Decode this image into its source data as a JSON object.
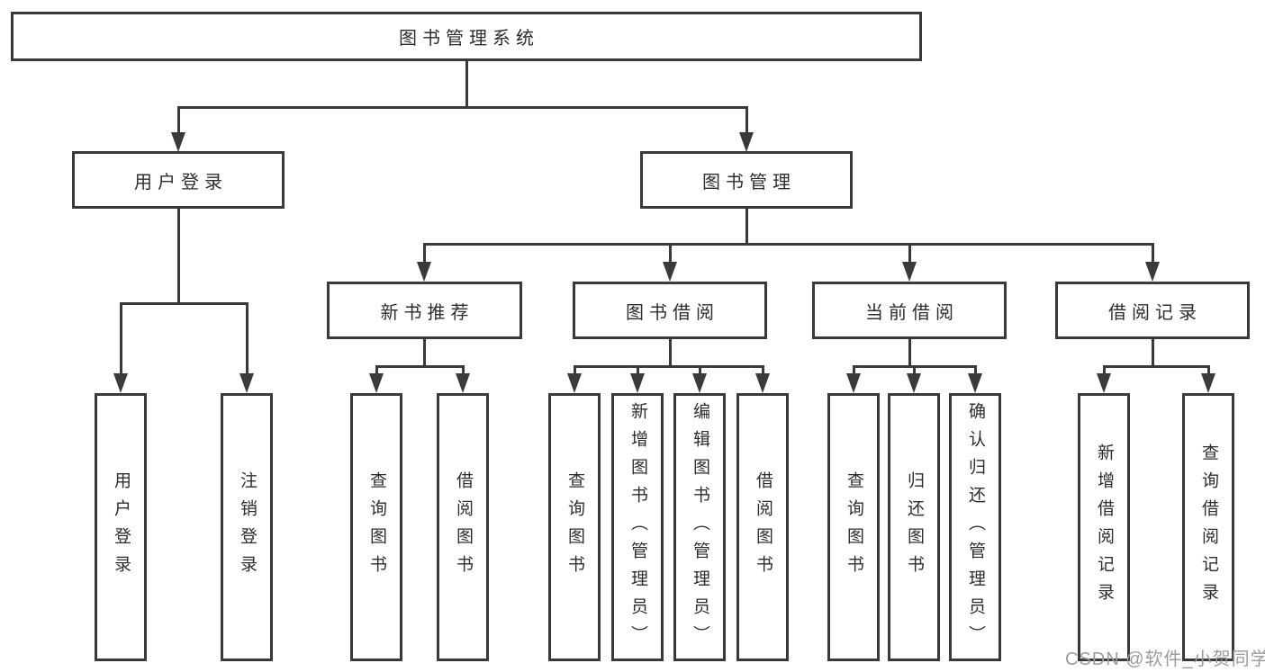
{
  "diagram_title": "图书管理系统",
  "tree": {
    "label": "图书管理系统",
    "children": [
      {
        "label": "用户登录",
        "children": [
          {
            "label": "用户登录"
          },
          {
            "label": "注销登录"
          }
        ]
      },
      {
        "label": "图书管理",
        "children": [
          {
            "label": "新书推荐",
            "children": [
              {
                "label": "查询图书"
              },
              {
                "label": "借阅图书"
              }
            ]
          },
          {
            "label": "图书借阅",
            "children": [
              {
                "label": "查询图书"
              },
              {
                "label": "新增图书（管理员）"
              },
              {
                "label": "编辑图书（管理员）"
              },
              {
                "label": "借阅图书"
              }
            ]
          },
          {
            "label": "当前借阅",
            "children": [
              {
                "label": "查询图书"
              },
              {
                "label": "归还图书"
              },
              {
                "label": "确认归还（管理员）"
              }
            ]
          },
          {
            "label": "借阅记录",
            "children": [
              {
                "label": "新增借阅记录"
              },
              {
                "label": "查询借阅记录"
              }
            ]
          }
        ]
      }
    ]
  },
  "watermark": "CSDN @软件_小贺同学",
  "colors": {
    "line": "#3a3a3a",
    "text": "#2d2d2d",
    "background": "#ffffff",
    "watermark": "#9b9b9b"
  }
}
